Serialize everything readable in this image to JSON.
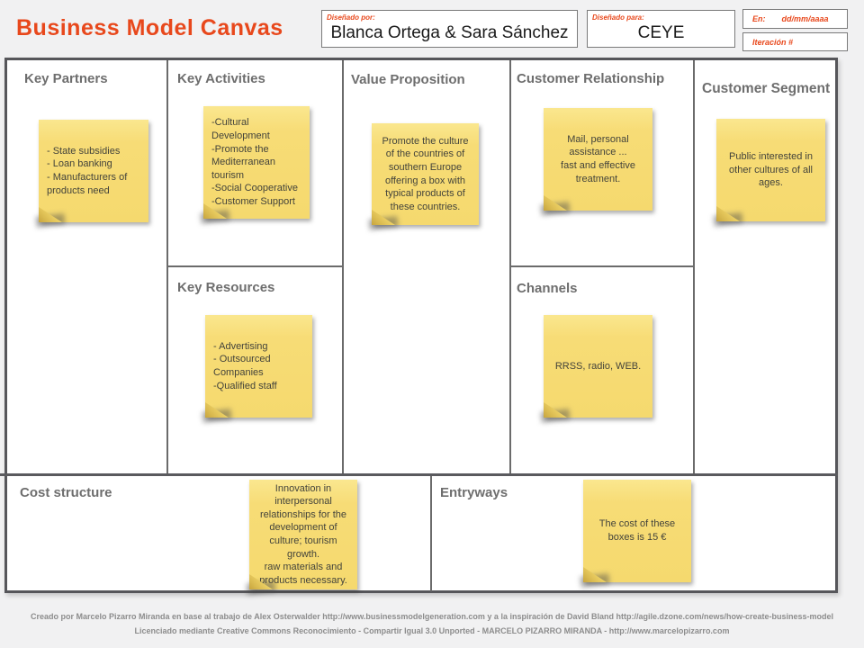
{
  "header": {
    "title": "Business Model Canvas",
    "designed_by": {
      "label": "Diseñado por:",
      "value": "Blanca Ortega & Sara Sánchez"
    },
    "designed_for": {
      "label": "Diseñado para:",
      "value": "CEYE"
    },
    "date": {
      "label": "En:",
      "value": "dd/mm/aaaa"
    },
    "iteration": {
      "label": "Iteración #"
    }
  },
  "canvas": {
    "key_partners": {
      "title": "Key Partners",
      "note": "- State subsidies\n- Loan banking\n- Manufacturers of products need"
    },
    "key_activities": {
      "title": "Key Activities",
      "note": "-Cultural Development\n-Promote the Mediterranean tourism\n-Social Cooperative\n-Customer Support"
    },
    "key_resources": {
      "title": "Key Resources",
      "note": "- Advertising\n- Outsourced Companies\n-Qualified staff"
    },
    "value_proposition": {
      "title": "Value Proposition",
      "note": "Promote the culture of the countries of southern Europe offering a box with typical products of these countries."
    },
    "customer_relationship": {
      "title": "Customer Relationship",
      "note": "Mail, personal assistance ...\nfast and effective treatment."
    },
    "channels": {
      "title": "Channels",
      "note": "RRSS, radio, WEB."
    },
    "customer_segment": {
      "title": "Customer Segment",
      "note": "Public interested in other cultures of all ages."
    },
    "cost_structure": {
      "title": "Cost structure",
      "note": "Innovation in interpersonal relationships for the development of culture; tourism growth.\nraw materials and products necessary."
    },
    "entryways": {
      "title": "Entryways",
      "note": "The cost of these boxes is 15 €"
    }
  },
  "footer": {
    "line1": "Creado por Marcelo Pizarro Miranda en base al trabajo de Alex Osterwalder http://www.businessmodelgeneration.com y a la inspiración de David Bland http://agile.dzone.com/news/how-create-business-model",
    "line2": "Licenciado mediante Creative Commons Reconocimiento - Compartir Igual 3.0 Unported - MARCELO PIZARRO MIRANDA - http://www.marcelopizarro.com"
  },
  "colors": {
    "accent_orange": "#E8481C",
    "note_yellow": "#F7DC76",
    "section_title_gray": "#6E6E6E",
    "border_gray": "#56565A"
  }
}
